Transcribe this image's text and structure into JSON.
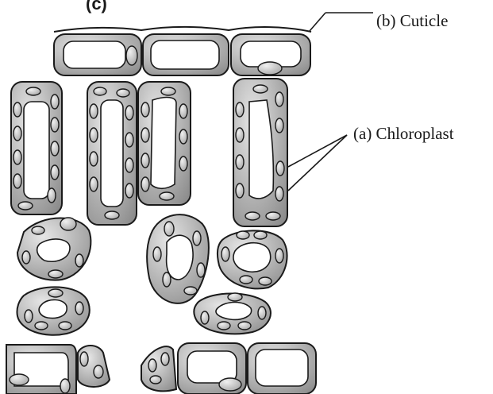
{
  "header": {
    "partial_text": "(c)"
  },
  "labels": {
    "cuticle": "(b) Cuticle",
    "chloroplast": "(a) Chloroplast"
  },
  "colors": {
    "outline": "#1a1a1a",
    "cell_wall": "#9a9a9a",
    "lumen": "#ffffff",
    "chloroplast": "#b8b8b8"
  }
}
